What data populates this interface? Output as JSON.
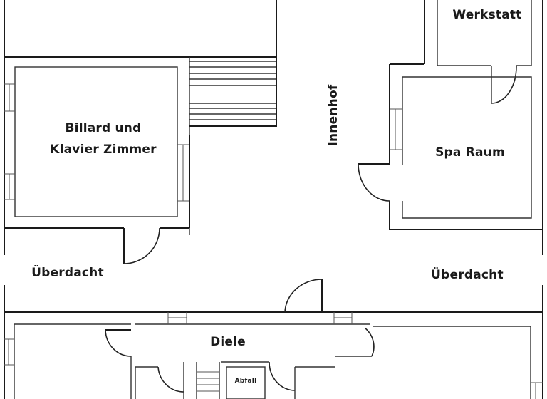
{
  "plan": {
    "type": "floor-plan",
    "rooms": [
      {
        "id": "top-left-room",
        "label": ""
      },
      {
        "id": "billiard",
        "label_line1": "Billard und",
        "label_line2": "Klavier Zimmer"
      },
      {
        "id": "workshop",
        "label": "Werkstatt"
      },
      {
        "id": "spa",
        "label": "Spa Raum"
      },
      {
        "id": "courtyard",
        "label": "Innenhof"
      },
      {
        "id": "canopy-left",
        "label": "Überdacht"
      },
      {
        "id": "canopy-right",
        "label": "Überdacht"
      },
      {
        "id": "hall",
        "label": "Diele"
      },
      {
        "id": "waste",
        "label": "Abfall"
      }
    ],
    "colors": {
      "wall": "#1a1a1a",
      "background": "#ffffff"
    }
  }
}
